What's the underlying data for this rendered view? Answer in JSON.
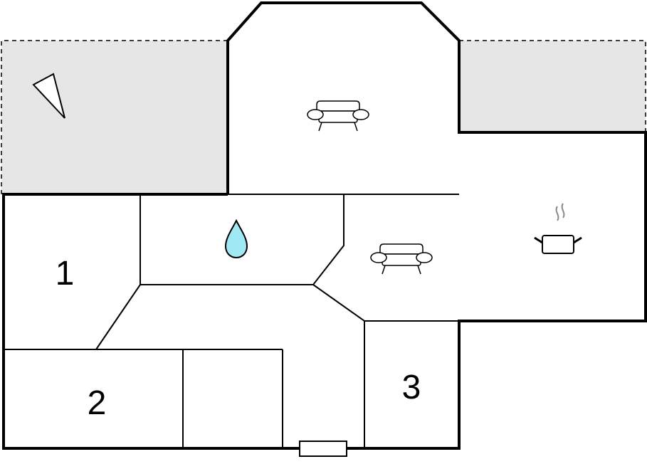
{
  "floorplan": {
    "rooms": [
      {
        "id": "bedroom-1",
        "label": "1"
      },
      {
        "id": "bedroom-2",
        "label": "2"
      },
      {
        "id": "bedroom-3",
        "label": "3"
      }
    ],
    "icons": {
      "living_room_top": "sofa-icon",
      "living_room_middle": "sofa-icon",
      "kitchen": "cooking-pot-icon",
      "bathroom": "water-drop-icon",
      "terrace": "compass-needle-icon",
      "entrance": "door-icon"
    },
    "colors": {
      "wall": "#000000",
      "terrace_fill": "#e6e6e6",
      "water_drop": "#9fe8f4",
      "steam": "#8a8a8a"
    }
  }
}
